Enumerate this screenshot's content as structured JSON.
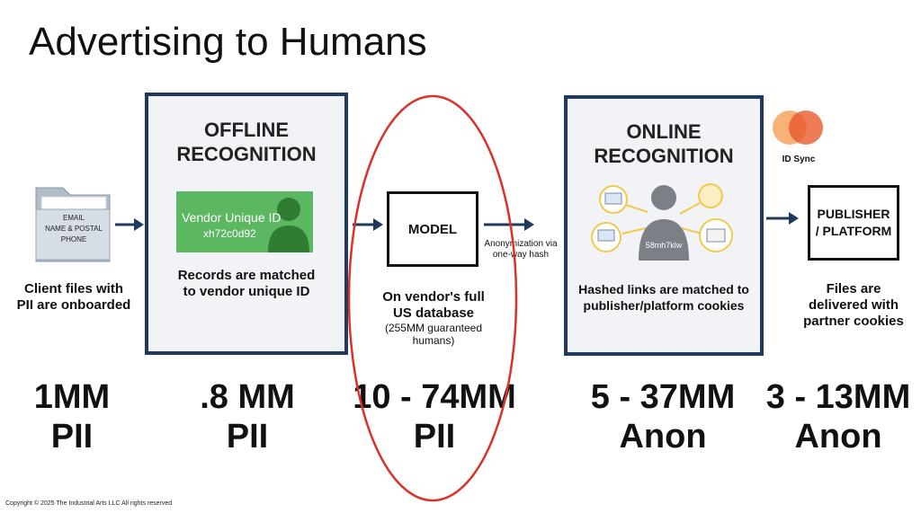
{
  "title": "Advertising to Humans",
  "folder": {
    "line1": "EMAIL",
    "line2": "NAME & POSTAL",
    "line3": "PHONE"
  },
  "steps": [
    {
      "desc": "Client files with PII are onboarded",
      "count": "1MM",
      "unit": "PII"
    },
    {
      "panel_title": "OFFLINE RECOGNITION",
      "card_label": "Vendor Unique ID",
      "card_id": "xh72c0d92",
      "desc": "Records are matched to vendor unique ID",
      "count": ".8 MM",
      "unit": "PII"
    },
    {
      "box_label": "MODEL",
      "desc": "On vendor's full US database",
      "note": "(255MM guaranteed humans)",
      "count": "10 - 74MM",
      "unit": "PII"
    },
    {
      "panel_title": "ONLINE RECOGNITION",
      "person_id": "58mh7klw",
      "desc": "Hashed links are matched to publisher/platform cookies",
      "count": "5 - 37MM",
      "unit": "Anon"
    },
    {
      "box_label": "PUBLISHER / PLATFORM",
      "desc": "Files are delivered with partner cookies",
      "count": "3 - 13MM",
      "unit": "Anon"
    }
  ],
  "arrow_label": "Anonymization via one-way hash",
  "id_sync_label": "ID Sync",
  "footer": "Copyright © 2025 The Industrial Arts LLC  All rights reserved",
  "colors": {
    "panel_border": "#1f3a5c",
    "panel_fill": "#f1f3f6",
    "arrow": "#1f3a5c",
    "vendor_card": "#5cb860",
    "vendor_person": "#2e7d32",
    "highlight_ellipse": "#d9322b",
    "id_sync_a": "#f4a460",
    "id_sync_b": "#e85a2a"
  }
}
